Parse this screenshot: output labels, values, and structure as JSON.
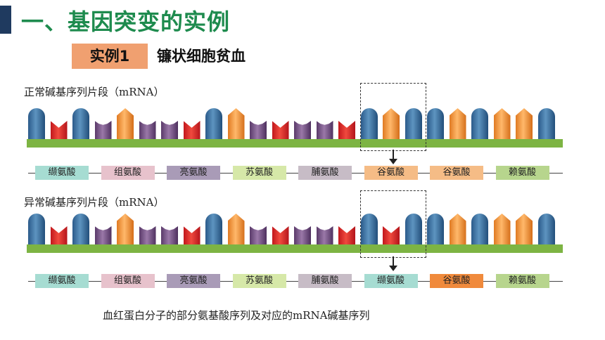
{
  "header": {
    "title": "一、基因突变的实例",
    "tag": "实例1",
    "subtitle": "镰状细胞贫血"
  },
  "normal": {
    "label": "正常碱基序列片段（mRNA）",
    "bases": [
      "blue-pur",
      "red-pyr",
      "blue-pur",
      "purple-pyr",
      "orange-pur",
      "purple-pyr",
      "purple-pyr",
      "red-pyr",
      "blue-pur",
      "orange-pur",
      "purple-pyr",
      "red-pyr",
      "purple-pyr",
      "purple-pyr",
      "red-pyr",
      "blue-pur",
      "orange-pur",
      "blue-pur",
      "blue-pur",
      "orange-pur",
      "blue-pur",
      "orange-pur",
      "orange-pur",
      "blue-pur"
    ],
    "amino_acids": [
      {
        "name": "缬氨酸",
        "color": "#a6dcd2"
      },
      {
        "name": "组氨酸",
        "color": "#e7c2cc"
      },
      {
        "name": "亮氨酸",
        "color": "#a99bb7"
      },
      {
        "name": "苏氨酸",
        "color": "#d6e8a8"
      },
      {
        "name": "脯氨酸",
        "color": "#c7bcc6"
      },
      {
        "name": "谷氨酸",
        "color": "#f5bc86"
      },
      {
        "name": "谷氨酸",
        "color": "#f5bc86"
      },
      {
        "name": "赖氨酸",
        "color": "#b7d58d"
      }
    ]
  },
  "mutant": {
    "label": "异常碱基序列片段（mRNA）",
    "bases": [
      "blue-pur",
      "red-pyr",
      "blue-pur",
      "purple-pyr",
      "orange-pur",
      "purple-pyr",
      "purple-pyr",
      "red-pyr",
      "blue-pur",
      "orange-pur",
      "purple-pyr",
      "red-pyr",
      "purple-pyr",
      "purple-pyr",
      "red-pyr",
      "blue-pur",
      "red-pyr",
      "blue-pur",
      "blue-pur",
      "orange-pur",
      "blue-pur",
      "orange-pur",
      "orange-pur",
      "blue-pur"
    ],
    "amino_acids": [
      {
        "name": "缬氨酸",
        "color": "#a6dcd2"
      },
      {
        "name": "组氨酸",
        "color": "#e7c2cc"
      },
      {
        "name": "亮氨酸",
        "color": "#a99bb7"
      },
      {
        "name": "苏氨酸",
        "color": "#d6e8a8"
      },
      {
        "name": "脯氨酸",
        "color": "#c7bcc6"
      },
      {
        "name": "缬氨酸",
        "color": "#a6dcd2"
      },
      {
        "name": "谷氨酸",
        "color": "#f08a3c"
      },
      {
        "name": "赖氨酸",
        "color": "#b7d58d"
      }
    ]
  },
  "caption": "血红蛋白分子的部分氨基酸序列及对应的mRNA碱基序列"
}
